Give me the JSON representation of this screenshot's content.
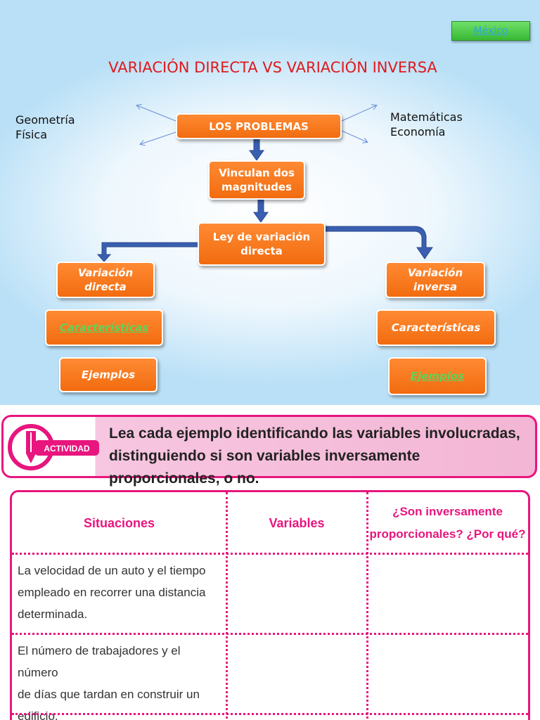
{
  "slide": {
    "mexico_link": "México",
    "title": "VARIACIÓN DIRECTA VS VARIACIÓN INVERSA",
    "left_fields": [
      "Geometría",
      "Física"
    ],
    "right_fields": [
      "Matemáticas",
      "Economía"
    ],
    "boxes": {
      "problemas": "LOS PROBLEMAS",
      "vinculan_line1": "Vinculan dos",
      "vinculan_line2": "magnitudes",
      "ley_line1": "Ley de variación",
      "ley_line2": "directa",
      "var_directa_line1": "Variación",
      "var_directa_line2": "directa",
      "caracteristicas_left": "Características",
      "ejemplos_left": "Ejemplos",
      "var_inversa_line1": "Variación",
      "var_inversa_line2": "inversa",
      "caracteristicas_right": "Características",
      "ejemplos_right": "Ejemplos"
    },
    "colors": {
      "box": "#f26c0f",
      "title": "#e0191d",
      "arrow": "#3a5fb0",
      "link": "#5fd35a"
    }
  },
  "activity": {
    "badge_label": "ACTIVIDAD",
    "instruction_line1": "Lea cada ejemplo identificando las variables  involucradas,",
    "instruction_line2": "distinguiendo si son variables inversamente proporcionales, o no.",
    "accent_color": "#e8157e"
  },
  "table": {
    "headers": {
      "situaciones": "Situaciones",
      "variables": "Variables",
      "proporcionales_line1": "¿Son inversamente",
      "proporcionales_line2": "proporcionales? ¿Por qué?"
    },
    "rows": [
      {
        "lines": [
          "La velocidad de un auto y el tiempo",
          "empleado en recorrer una distancia",
          "determinada."
        ],
        "variables": "",
        "answer": ""
      },
      {
        "lines": [
          "El número de trabajadores y el número",
          "de días que tardan en construir un",
          "edificio."
        ],
        "variables": "",
        "answer": ""
      }
    ]
  }
}
